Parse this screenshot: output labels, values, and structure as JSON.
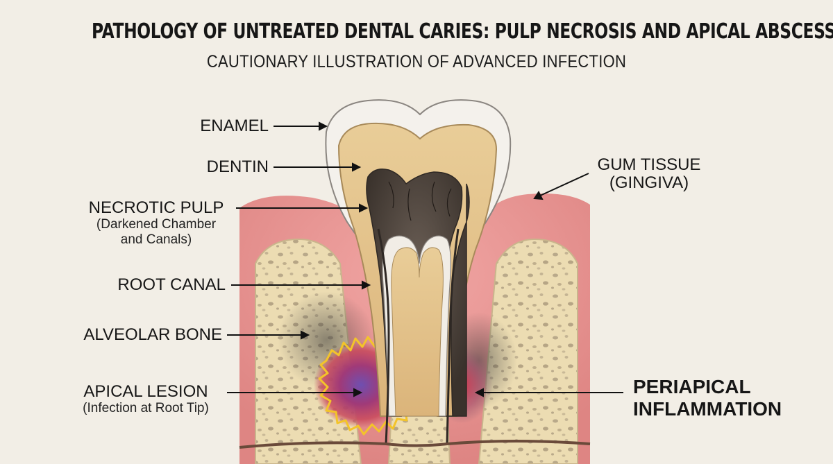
{
  "title": "PATHOLOGY OF UNTREATED DENTAL CARIES: PULP NECROSIS AND APICAL ABSCESS",
  "subtitle": "CAUTIONARY ILLUSTRATION OF ADVANCED INFECTION",
  "labels": {
    "enamel": "ENAMEL",
    "dentin": "DENTIN",
    "necrotic_pulp": "NECROTIC PULP",
    "necrotic_pulp_sub1": "(Darkened Chamber",
    "necrotic_pulp_sub2": "and Canals)",
    "root_canal": "ROOT CANAL",
    "alveolar_bone": "ALVEOLAR BONE",
    "apical_lesion": "APICAL LESION",
    "apical_lesion_sub": "(Infection at Root Tip)",
    "gum_tissue": "GUM TISSUE",
    "gum_tissue_sub": "(GINGIVA)",
    "periapical_1": "PERIAPICAL",
    "periapical_2": "INFLAMMATION"
  },
  "colors": {
    "background": "#f2eee6",
    "enamel": "#f4f1ec",
    "dentin": "#e6c691",
    "pulp": "#4a413a",
    "gum": "#e58f8f",
    "bone": "#ecdcb2",
    "infection": "#8a3a8a",
    "lesion_outline": "#f3c42a"
  }
}
